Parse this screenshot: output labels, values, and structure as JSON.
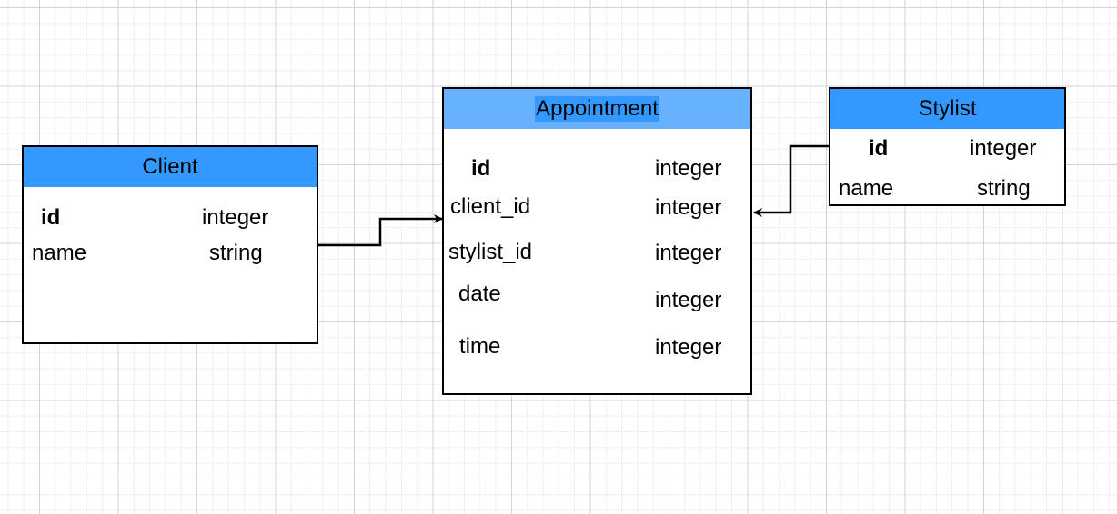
{
  "colors": {
    "header_fill": "#3399ff",
    "appointment_header_fill": "#66b2ff",
    "title_highlight": "#3399ff",
    "border": "#000000"
  },
  "entities": {
    "client": {
      "title": "Client",
      "fields": [
        {
          "name": "id",
          "type": "integer"
        },
        {
          "name": "name",
          "type": "string"
        }
      ]
    },
    "appointment": {
      "title": "Appointment",
      "fields": [
        {
          "name": "id",
          "type": "integer"
        },
        {
          "name": "client_id",
          "type": "integer"
        },
        {
          "name": "stylist_id",
          "type": "integer"
        },
        {
          "name": "date",
          "type": "integer"
        },
        {
          "name": "time",
          "type": "integer"
        }
      ]
    },
    "stylist": {
      "title": "Stylist",
      "fields": [
        {
          "name": "id",
          "type": "integer"
        },
        {
          "name": "name",
          "type": "string"
        }
      ]
    }
  },
  "relationships": [
    {
      "from": "Client",
      "to": "Appointment"
    },
    {
      "from": "Stylist",
      "to": "Appointment"
    }
  ]
}
